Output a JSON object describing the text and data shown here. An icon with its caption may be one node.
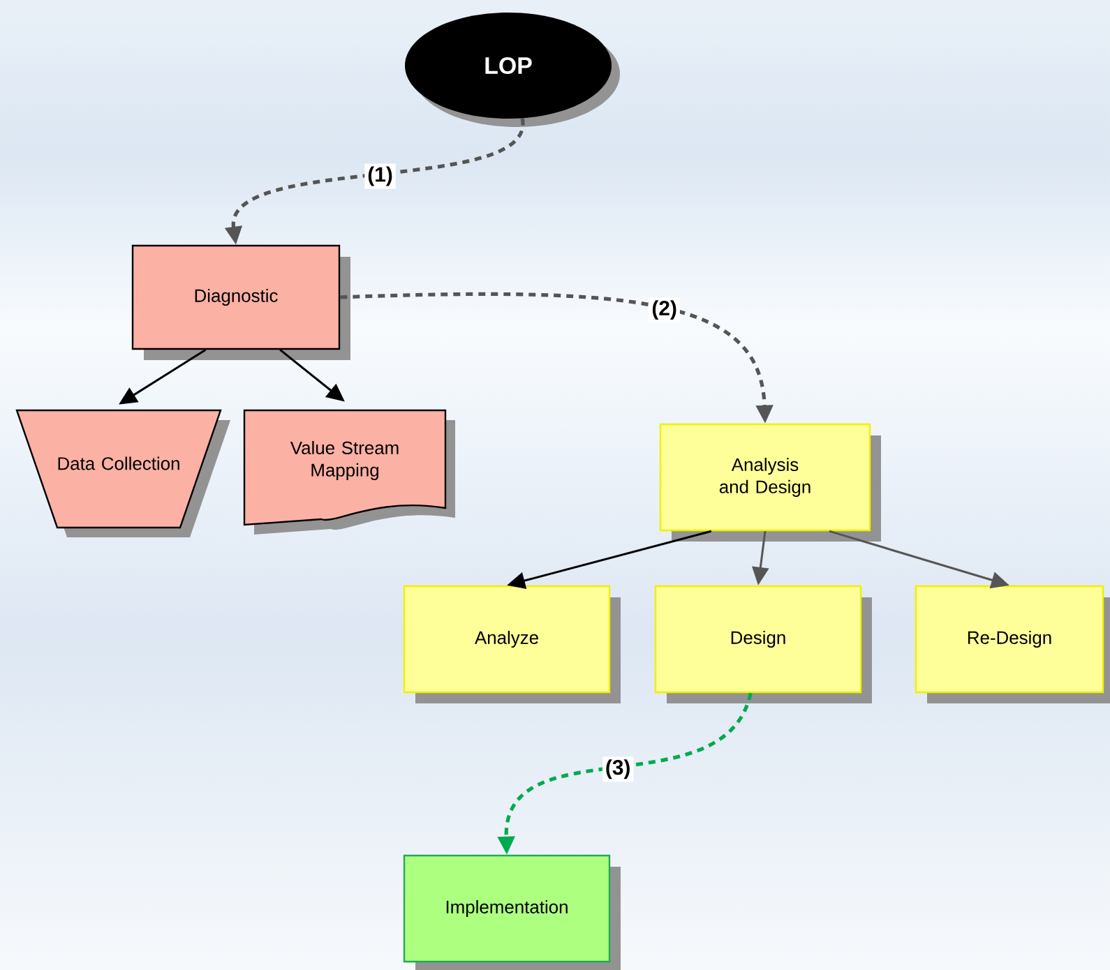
{
  "diagram": {
    "nodes": [
      {
        "text": [
          "LOP"
        ]
      },
      {
        "text": [
          "Diagnostic"
        ]
      },
      {
        "text": [
          "Data Collection"
        ]
      },
      {
        "text": [
          "Value Stream Mapping"
        ]
      },
      {
        "text": [
          "Analysis and Design"
        ]
      },
      {
        "text": [
          "Analyze"
        ]
      },
      {
        "text": [
          "Design"
        ]
      },
      {
        "text": [
          "Re-Design"
        ]
      },
      {
        "text": [
          "Implementation"
        ]
      }
    ],
    "edges": [
      {
        "from": 0,
        "to": 1,
        "arrow": "to",
        "label": "(1)",
        "style": "dashed"
      },
      {
        "from": 1,
        "to": 4,
        "arrow": "to",
        "label": "(2)",
        "style": "dashed"
      },
      {
        "from": 1,
        "to": 2,
        "arrow": "to",
        "color": "#000000"
      },
      {
        "from": 1,
        "to": 3,
        "arrow": "to",
        "color": "#000000"
      },
      {
        "from": 4,
        "to": 5,
        "arrow": "to",
        "color": "#000000"
      },
      {
        "from": 4,
        "to": 6,
        "arrow": "to"
      },
      {
        "from": 4,
        "to": 7,
        "arrow": "to"
      },
      {
        "from": 6,
        "to": 8,
        "arrow": "to",
        "label": "(3)",
        "style": "dashed",
        "color": "#00aa50"
      }
    ]
  }
}
